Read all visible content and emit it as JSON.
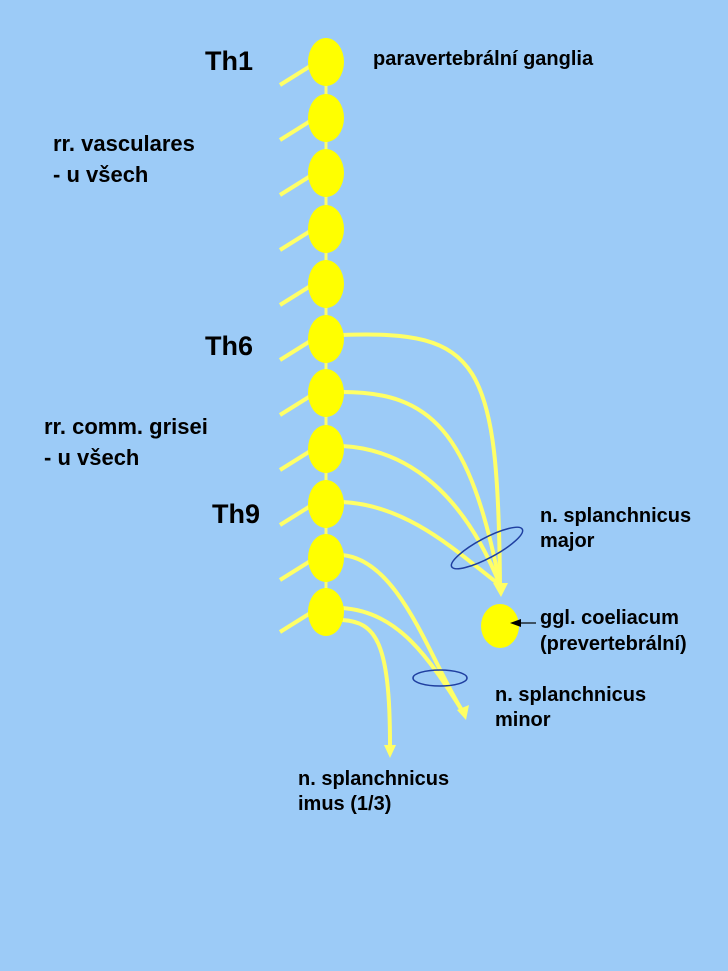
{
  "labels": {
    "th1": "Th1",
    "th6": "Th6",
    "th9": "Th9",
    "paravertebral": "paravertebrální ganglia",
    "vasculares_1": "rr. vasculares",
    "vasculares_2": "- u všech",
    "grisei_1": "rr. comm. grisei",
    "grisei_2": "- u všech",
    "major_1": "n. splanchnicus",
    "major_2": "major",
    "coeliacum_1": "ggl. coeliacum",
    "coeliacum_2": "(prevertebrální)",
    "minor_1": "n. splanchnicus",
    "minor_2": "minor",
    "imus_1": "n. splanchnicus",
    "imus_2": "imus (1/3)"
  },
  "colors": {
    "background": "#9ccbf7",
    "ganglion": "#ffff00",
    "nerve": "#ffff66",
    "ellipse": "#1f3fa0",
    "arrow": "#000000"
  }
}
